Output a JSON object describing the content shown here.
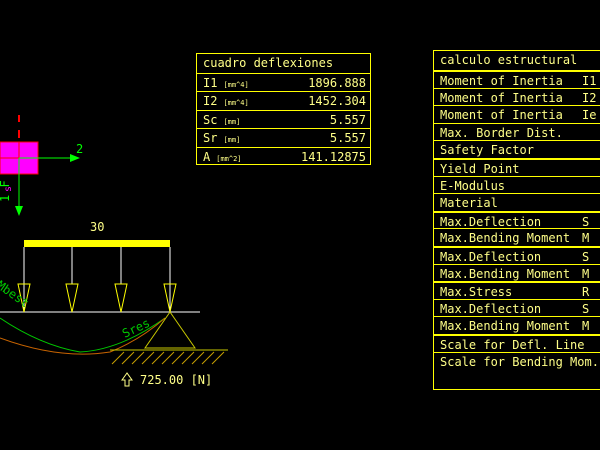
{
  "drawing": {
    "load_label": "30",
    "reaction_label": "725.00 [N]",
    "axis_x_label": "2",
    "force_label": "1 F",
    "s_label": "s",
    "mbest_label": "Mbest",
    "sres_label": "Sres"
  },
  "deflection_table": {
    "title": "cuadro deflexiones",
    "rows": [
      {
        "label": "I1",
        "unit": "[mm^4]",
        "value": "1896.888"
      },
      {
        "label": "I2",
        "unit": "[mm^4]",
        "value": "1452.304"
      },
      {
        "label": "Sc",
        "unit": "[mm]",
        "value": "5.557"
      },
      {
        "label": "Sr",
        "unit": "[mm]",
        "value": "5.557"
      },
      {
        "label": "A",
        "unit": "[mm^2]",
        "value": "141.12875"
      }
    ]
  },
  "calc_table": {
    "title": "calculo estructural",
    "rows": [
      {
        "label": "Moment of Inertia",
        "sym": "I1"
      },
      {
        "label": "Moment of Inertia",
        "sym": "I2"
      },
      {
        "label": "Moment of Inertia",
        "sym": "Ie"
      },
      {
        "label": "Max. Border Dist.",
        "sym": ""
      },
      {
        "label": "Safety Factor",
        "sym": ""
      },
      {
        "label": "Yield Point",
        "sym": ""
      },
      {
        "label": "E-Modulus",
        "sym": ""
      },
      {
        "label": "Material",
        "sym": ""
      },
      {
        "label": "Max.Deflection",
        "sym": "S"
      },
      {
        "label": "Max.Bending Moment",
        "sym": "M"
      },
      {
        "label": "Max.Deflection",
        "sym": "S"
      },
      {
        "label": "Max.Bending Moment",
        "sym": "M"
      },
      {
        "label": "Max.Stress",
        "sym": "R"
      },
      {
        "label": "Max.Deflection",
        "sym": "S"
      },
      {
        "label": "Max.Bending Moment",
        "sym": "M"
      },
      {
        "label": "Scale for Defl. Line",
        "sym": ""
      },
      {
        "label": "Scale for Bending Mom. Lin",
        "sym": ""
      }
    ]
  },
  "colors": {
    "background": "#000000",
    "table_line": "#ffff00",
    "text": "#ffff88",
    "axis_green": "#00ff00",
    "magenta": "#ff00ff",
    "red": "#ff0000",
    "beam": "#ffff00",
    "curve_orange": "#c86400",
    "hatch": "#c8a000"
  }
}
